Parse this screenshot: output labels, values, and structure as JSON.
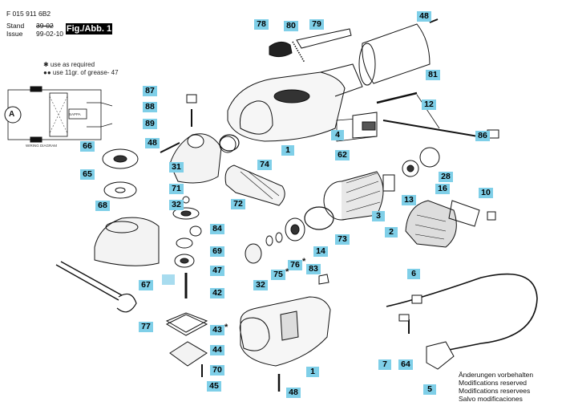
{
  "header": {
    "part_number": "F 015 911 6B2",
    "stand_label": "Stand",
    "stand_old": "39-02",
    "issue_label": "Issue",
    "issue_date": "99-02-10",
    "figure_label": "Fig./Abb. 1"
  },
  "legend": {
    "single_star": "✱ use as required",
    "double_dot": "●● use 11gr. of grease- 47"
  },
  "wiring": {
    "caption": "WIRING DIAGRAM",
    "sapp_label": "SAPPA",
    "motor_label": "A"
  },
  "callouts": [
    {
      "label": "78"
    },
    {
      "label": "80"
    },
    {
      "label": "79"
    },
    {
      "label": "48"
    },
    {
      "label": "81"
    },
    {
      "label": "87"
    },
    {
      "label": "88"
    },
    {
      "label": "89"
    },
    {
      "label": "12"
    },
    {
      "label": "1"
    },
    {
      "label": "4"
    },
    {
      "label": "62"
    },
    {
      "label": "86"
    },
    {
      "label": "66"
    },
    {
      "label": "48"
    },
    {
      "label": "74"
    },
    {
      "label": "31"
    },
    {
      "label": "65"
    },
    {
      "label": "71"
    },
    {
      "label": "28"
    },
    {
      "label": "13"
    },
    {
      "label": "16"
    },
    {
      "label": "10"
    },
    {
      "label": "32"
    },
    {
      "label": "72"
    },
    {
      "label": "68"
    },
    {
      "label": "3"
    },
    {
      "label": "84"
    },
    {
      "label": "2"
    },
    {
      "label": "69"
    },
    {
      "label": "73"
    },
    {
      "label": "14"
    },
    {
      "label": "47"
    },
    {
      "label": "76"
    },
    {
      "label": "83"
    },
    {
      "label": "67"
    },
    {
      "label": "75"
    },
    {
      "label": "42"
    },
    {
      "label": "32"
    },
    {
      "label": "6"
    },
    {
      "label": "77"
    },
    {
      "label": "43"
    },
    {
      "label": "44"
    },
    {
      "label": "1"
    },
    {
      "label": "7"
    },
    {
      "label": "64"
    },
    {
      "label": "70"
    },
    {
      "label": "45"
    },
    {
      "label": "48"
    },
    {
      "label": "5"
    }
  ],
  "notes": [
    "Änderungen vorbehalten",
    "Modifications reserved",
    "Modifications reservees",
    "Salvo modificaciones"
  ]
}
